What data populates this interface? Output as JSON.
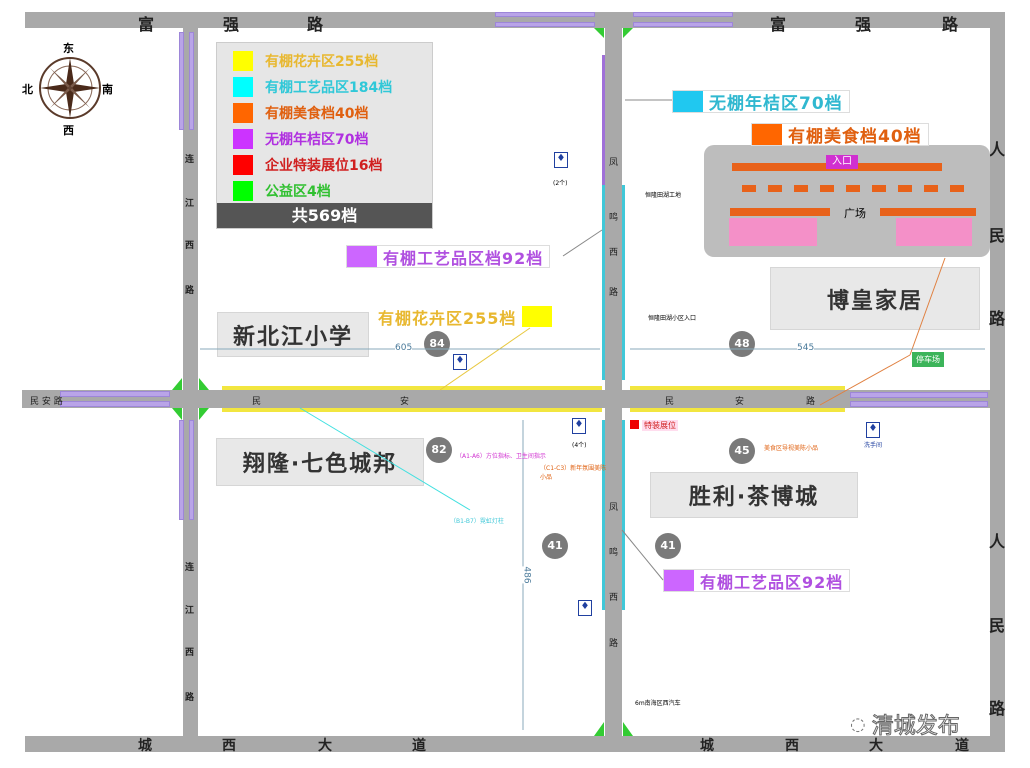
{
  "roads": {
    "top": [
      "富",
      "强",
      "路"
    ],
    "bottom": [
      "城",
      "西",
      "大",
      "道"
    ],
    "right": [
      "人",
      "民",
      "路",
      "人",
      "民",
      "路"
    ],
    "left": [
      "连",
      "江",
      "西",
      "路",
      "连",
      "江",
      "西",
      "路"
    ],
    "west_ext": "民 安 路",
    "main_h": [
      "民",
      "安",
      "民",
      "安",
      "路"
    ],
    "main_v": [
      "凤",
      "鸣",
      "西",
      "路",
      "凤",
      "鸣",
      "西",
      "路"
    ]
  },
  "compass": {
    "n": "北",
    "s": "南",
    "e": "东",
    "w": "西"
  },
  "legend": {
    "items": [
      {
        "label": "有棚花卉区255档",
        "color": "#ffff00",
        "text_color": "#e8b830"
      },
      {
        "label": "有棚工艺品区184档",
        "color": "#00ffff",
        "text_color": "#30c8d8"
      },
      {
        "label": "有棚美食档40档",
        "color": "#ff6600",
        "text_color": "#e06010"
      },
      {
        "label": "无棚年桔区70档",
        "color": "#cc33ff",
        "text_color": "#b030e0"
      },
      {
        "label": "企业特装展位16档",
        "color": "#ff0000",
        "text_color": "#d02020"
      },
      {
        "label": "公益区4档",
        "color": "#00ff00",
        "text_color": "#30c030"
      }
    ],
    "total": "共569档"
  },
  "buildings": {
    "school": "新北江小学",
    "xianglong": "翔隆·七色城邦",
    "bohuang": "博皇家居",
    "shengli": "胜利·茶博城"
  },
  "counts": {
    "nw": "84",
    "ne": "48",
    "sw": "82",
    "se": "45",
    "s1": "41",
    "s2": "41"
  },
  "tags": {
    "orange_top": "无棚年桔区70档",
    "food": "有棚美食档40档",
    "craft_n": "有棚工艺品区档92档",
    "flower": "有棚花卉区255档",
    "craft_s": "有棚工艺品区92档"
  },
  "plaza": {
    "entrance": "入口",
    "square": "广场"
  },
  "dims": {
    "west": "605",
    "east": "545",
    "south": "486"
  },
  "notes": {
    "special": "特装展位",
    "parking": "停车场",
    "a": "（A1-A6）方位指标、卫生间指示",
    "c": "（C1-C3）新年氛围美陈小品",
    "b": "（B1-B7）霓虹灯柱",
    "food_guide": "美食区导视美陈小品",
    "toilet": "洗手间",
    "toilet_n": "(2个)",
    "toilet_n4": "(4个)",
    "site": "恒隆田湖工地",
    "entrance_sub": "恒隆田湖小区入口",
    "car": "6m南海区西汽车"
  },
  "watermark": "清城发布"
}
